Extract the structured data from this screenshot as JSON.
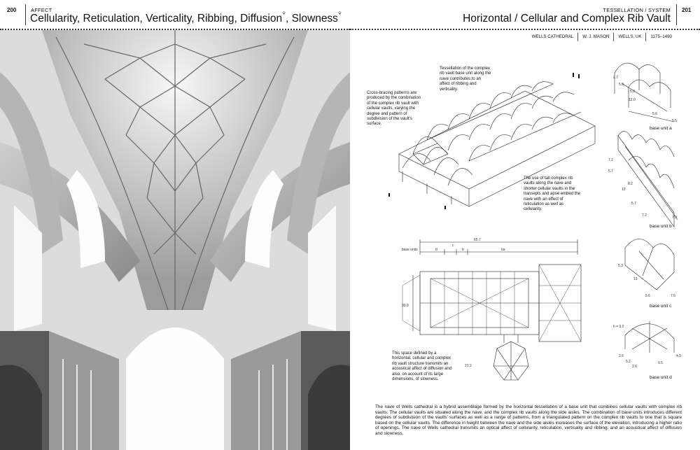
{
  "left_page": {
    "page_number": "200",
    "kicker": "AFFECT",
    "title": "Cellularity, Reticulation, Verticality, Ribbing, Diffusion",
    "title_end": ", Slowness",
    "rss_icon": "rss-icon"
  },
  "right_page": {
    "page_number": "201",
    "kicker": "TESSELLATION / SYSTEM",
    "title": "Horizontal / Cellular and Complex Rib Vault",
    "tags": [
      "WELLS CATHEDRAL",
      "W. J. MASON",
      "WELLS, UK",
      "1175–1490"
    ],
    "notes": {
      "tessellation": "Tessellation of the complex rib vault base unit along the nave contributes to an affect of ribbing and verticality.",
      "cross_bracing": "Cross-bracing patterns are produced by the combination of the complex rib vault with cellular vaults, varying the degree and pattern of subdivision of the vault's surface.",
      "tall_vaults": "The use of tall complex rib vaults along the nave and shorter cellular vaults in the transepts and apse embed the nave with an effect of reticulation as well as cellularity.",
      "space": "This space defined by a horizontal, cellular and complex rib vault structure transmits an acoustical affect of diffusion and also, on account of its large dimensions, of slowness."
    },
    "captions": [
      "base unit a",
      "base unit b",
      "base unit c",
      "base unit d"
    ],
    "dimensions": {
      "plan_total": "65.7",
      "plan_base": "base units",
      "plan_a": "a",
      "plan_b": "b",
      "plan_c": "c",
      "plan_d": "d",
      "plan_ba": "ba",
      "plan_height": "39.8",
      "plan_side": "21.2",
      "unit_a": [
        "2.7",
        "5.9",
        "5.8",
        "12.0",
        "5.6",
        "5.5"
      ],
      "unit_b": [
        "7.2",
        "5.7",
        "8.2",
        "13",
        "5.7",
        "7.2",
        "7.9"
      ],
      "unit_c": [
        "5.3",
        "13",
        "5.6",
        "7.6"
      ],
      "unit_d": [
        "h = 9.2",
        "2.6",
        "5.2",
        "2.6",
        "9.5",
        "4.5"
      ]
    },
    "body": "The nave of Wells cathedral is a hybrid assemblage formed by the horizontal tessellation of a base unit that combines cellular vaults with complex rib vaults. The cellular vaults are situated along the nave, and the complex rib vaults along the side aisles. The combination of base units introduces different degrees of subdivision of the vaults' surfaces as well as a range of patterns, from a triangulated pattern on the complex rib vaults to one that is square based on the cellular vaults. The difference in height between the nave and the side aisles increases the surface of the elevation, introducing a higher ratio of openings. The nave of Wells cathedral transmits an optical affect of cellularity, reticulation, verticality and ribbing, and an acoustical affect of diffusion and slowness."
  },
  "colors": {
    "ink": "#111111",
    "paper": "#ffffff",
    "stone_light": "#f2f2f2",
    "stone_dark": "#4a4a4a"
  }
}
